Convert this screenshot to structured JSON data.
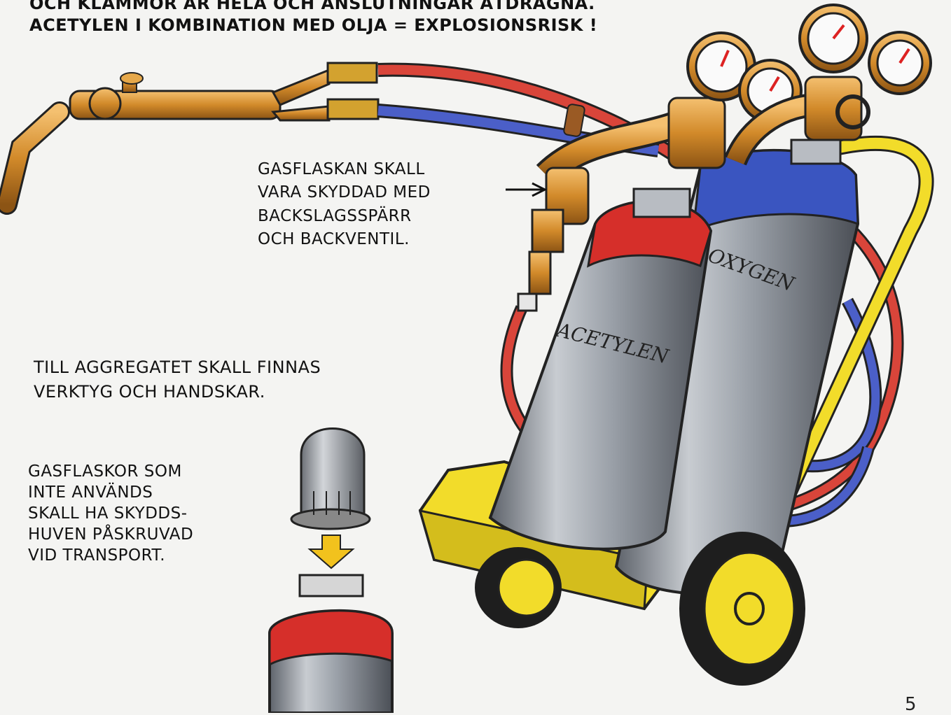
{
  "header": {
    "line1": "OCH KLAMMOR ÄR HELA OCH ANSLUTNINGAR ÅTDRAGNA.",
    "line2": "ACETYLEN I KOMBINATION MED OLJA = EXPLOSIONSRISK !"
  },
  "callouts": {
    "flashback_guard": [
      "GASFLASKAN SKALL",
      "VARA SKYDDAD MED",
      "BACKSLAGSSPÄRR",
      "OCH BACKVENTIL."
    ],
    "tools": [
      "TILL AGGREGATET SKALL FINNAS",
      "VERKTYG OCH HANDSKAR."
    ],
    "protective_cap": [
      "GASFLASKOR SOM",
      "INTE ANVÄNDS",
      "SKALL HA SKYDDS-",
      "HUVEN PÅSKRUVAD",
      "VID TRANSPORT."
    ]
  },
  "bottles": {
    "acetylene_label": "ACETYLEN",
    "oxygen_label": "OXYGEN"
  },
  "page_number": "5",
  "colors": {
    "acetylene_hose": "#d9453a",
    "oxygen_hose": "#4b5fc8",
    "brass": "#d8962e",
    "cart_yellow": "#f2dc2a",
    "cylinder_steel": "#9ea3aa",
    "acetylene_top": "#d62f2a",
    "oxygen_top": "#3a55c0"
  },
  "icons": [
    "welding-torch-icon",
    "gas-cylinder-icon",
    "pressure-gauge-icon",
    "cart-wheel-icon",
    "protective-cap-icon",
    "down-arrow-icon"
  ]
}
